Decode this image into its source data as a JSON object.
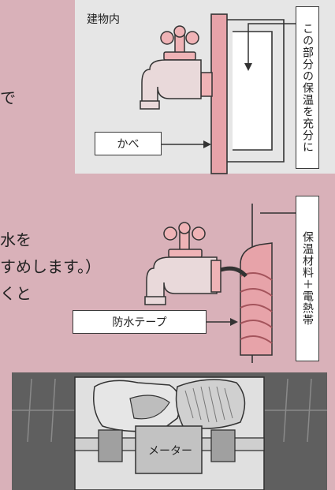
{
  "top_panel": {
    "inside_label": "建物内",
    "wall_label": "かべ",
    "insulate_note": "この部分の保温を充分に"
  },
  "middle_panel": {
    "material_note": "保温材料＋電熱帯",
    "tape_label": "防水テープ"
  },
  "bottom_panel": {
    "meter_label": "メーター"
  },
  "left_text": {
    "line1": "で",
    "line2": "水を",
    "line3": "すめします。）",
    "line4": "くと"
  },
  "colors": {
    "background": "#d9b1b9",
    "panel": "#e6e6e6",
    "wall": "#e7a3a9",
    "faucet": "#efb3b6",
    "pit": "#5f5f5f"
  }
}
